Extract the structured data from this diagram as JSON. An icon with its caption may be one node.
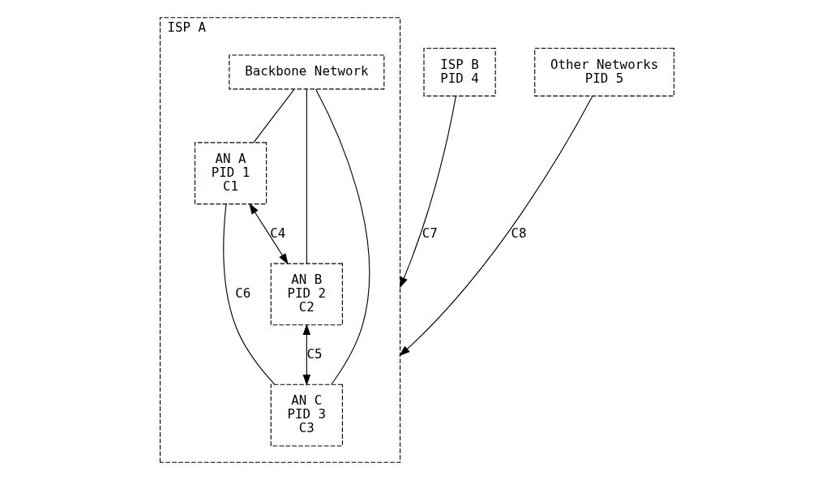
{
  "diagram": {
    "nodes": [
      {
        "text": [
          "ISP A"
        ]
      },
      {
        "text": [
          "Backbone Network"
        ],
        "in": 0
      },
      {
        "text": [
          "AN A",
          "PID 1",
          "C1"
        ],
        "in": 0
      },
      {
        "text": [
          "AN B",
          "PID 2",
          "C2"
        ],
        "in": 0
      },
      {
        "text": [
          "AN C",
          "PID 3",
          "C3"
        ],
        "in": 0
      },
      {
        "text": [
          "ISP B",
          "PID 4"
        ]
      },
      {
        "text": [
          "Other Networks",
          "PID 5"
        ]
      }
    ],
    "edges": [
      {
        "from": 1,
        "to": 2,
        "arrow": "none"
      },
      {
        "from": 1,
        "to": 3,
        "arrow": "none"
      },
      {
        "from": 1,
        "to": 4,
        "arrow": "none"
      },
      {
        "from": 2,
        "to": 3,
        "arrow": "both",
        "label": "C4"
      },
      {
        "from": 3,
        "to": 4,
        "arrow": "both",
        "label": "C5"
      },
      {
        "from": 2,
        "to": 4,
        "arrow": "none",
        "label": "C6"
      },
      {
        "from": 5,
        "to": 0,
        "arrow": "to",
        "label": "C7"
      },
      {
        "from": 6,
        "to": 0,
        "arrow": "to",
        "label": "C8"
      }
    ]
  }
}
